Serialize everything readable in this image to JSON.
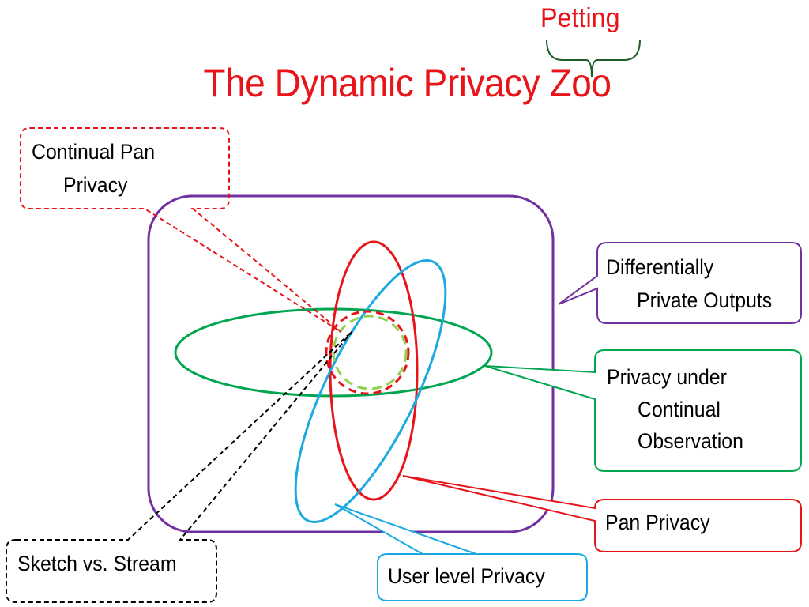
{
  "title": "The Dynamic Privacy Zoo",
  "annotation": "Petting",
  "labels": {
    "continual_pan_privacy": [
      "Continual Pan",
      "Privacy"
    ],
    "differentially_private_outputs": [
      "Differentially",
      "Private Outputs"
    ],
    "privacy_under_continual_observation": [
      "Privacy under",
      "Continual",
      "Observation"
    ],
    "pan_privacy": "Pan Privacy",
    "user_level_privacy": "User level Privacy",
    "sketch_vs_stream": "Sketch vs. Stream"
  },
  "colors": {
    "title": "#e8141a",
    "differentially_private_outputs": "#7030a0",
    "privacy_under_continual_observation": "#00a550",
    "pan_privacy": "#e8141a",
    "user_level_privacy": "#1ba9e1",
    "continual_pan_privacy": "#e8141a",
    "continual_pan_privacy_inner": "#92d050",
    "sketch_vs_stream": "#000000",
    "brace": "#1e5b2a"
  }
}
